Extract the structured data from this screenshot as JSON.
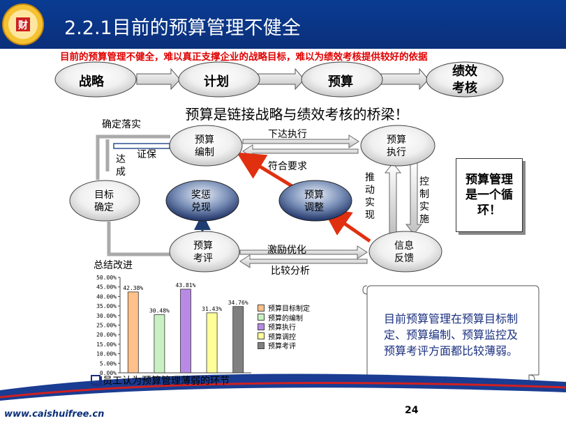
{
  "header": {
    "title": "2.2.1目前的预算管理不健全",
    "logo_text": "财"
  },
  "subtitle": "目前的预算管理不健全，难以真正支撑企业的战略目标，难以为绩效考核提供较好的依据",
  "flow": {
    "steps": [
      "战略",
      "计划",
      "预算",
      "绩效\n考核"
    ]
  },
  "bridge_text": "预算是链接战略与绩效考核的桥梁！",
  "cycle": {
    "nodes": {
      "budget_make": "预算\n编制",
      "budget_exec": "预算\n执行",
      "goal": "目标\n确定",
      "reward": "奖惩\n兑现",
      "adjust": "预算\n调整",
      "evaluate": "预算\n考评",
      "feedback": "信息\n反馈"
    },
    "labels": {
      "confirm_landing": "确定落实",
      "reach": "达成",
      "guarantee": "证保",
      "issue_exec": "下达执行",
      "meet_req": "符合要求",
      "push_realize": "推动实现",
      "control_impl": "控制实施",
      "incentive_opt": "激励优化",
      "compare_analysis": "比较分析",
      "summary_improve": "总结改进"
    }
  },
  "cycle_box": "预算管理是一个循环！",
  "note": "目前预算管理在预算目标制定、预算编制、预算监控及预算考评方面都比较薄弱。",
  "chart_caption": "员工认为预算管理薄弱的环节",
  "chart_data": {
    "type": "bar",
    "categories": [
      "预算目标制定",
      "预算的编制",
      "预算执行",
      "预算调控",
      "预算考评"
    ],
    "values": [
      42.38,
      30.48,
      43.81,
      31.43,
      34.76
    ],
    "value_labels": [
      "42.38%",
      "30.48%",
      "43.81%",
      "31.43%",
      "34.76%"
    ],
    "colors": [
      "#ffc08a",
      "#c9f0c2",
      "#b88ae6",
      "#ffff9a",
      "#808080"
    ],
    "ylim": [
      0,
      50
    ],
    "yticks": [
      "0.00%",
      "5.00%",
      "10.00%",
      "15.00%",
      "20.00%",
      "25.00%",
      "30.00%",
      "35.00%",
      "40.00%",
      "45.00%",
      "50.00%"
    ],
    "legend": [
      "预算目标制定",
      "预算的编制",
      "预算执行",
      "预算调控",
      "预算考评"
    ],
    "legend_position": "right"
  },
  "footer": {
    "url": "www.caishuifree.cn",
    "page": "24"
  }
}
